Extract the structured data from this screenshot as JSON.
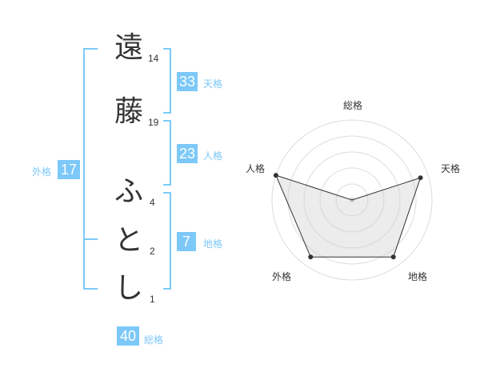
{
  "name": {
    "characters": [
      {
        "char": "遠",
        "strokes": "14"
      },
      {
        "char": "藤",
        "strokes": "19"
      },
      {
        "char": "ふ",
        "strokes": "4"
      },
      {
        "char": "と",
        "strokes": "2"
      },
      {
        "char": "し",
        "strokes": "1"
      }
    ]
  },
  "kakusu": {
    "ten": {
      "value": "33",
      "label": "天格"
    },
    "jin": {
      "value": "23",
      "label": "人格"
    },
    "chi": {
      "value": "7",
      "label": "地格"
    },
    "gai": {
      "value": "17",
      "label": "外格"
    },
    "sou": {
      "value": "40",
      "label": "総格"
    }
  },
  "colors": {
    "accent": "#7cc8f8",
    "text": "#333333",
    "grid": "#dddddd"
  },
  "chart_data": {
    "type": "radar",
    "axes": [
      "総格",
      "天格",
      "地格",
      "外格",
      "人格"
    ],
    "values": [
      0.0,
      0.9,
      0.88,
      0.88,
      1.0
    ],
    "rings": 5,
    "grid": true
  }
}
